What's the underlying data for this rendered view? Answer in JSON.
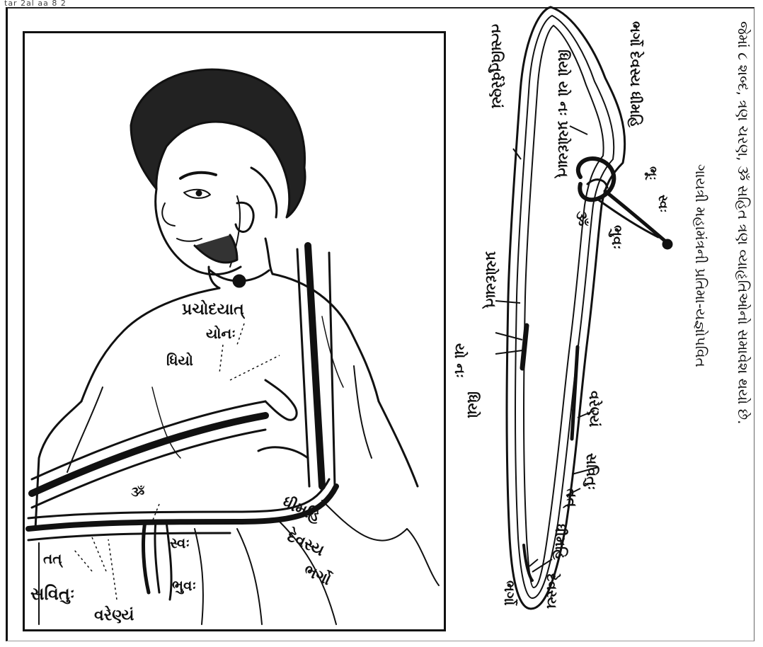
{
  "header_scrap": "tar 2al aa 8 2",
  "figure_labels": {
    "om": "ૐ",
    "tat": "તત્",
    "savituh": "સવિતુઃ",
    "varenyam": "વરેણ્યં",
    "bhuvah": "ભુવઃ",
    "svah": "સ્વઃ",
    "dhimahi": "ધીમહિ",
    "devasya": "દેવસ્ય",
    "bhargo": "ભર્ગો",
    "prachodayat": "પ્રચોદયાત્",
    "yonah": "યોનઃ",
    "dhiyo": "ધિયો"
  },
  "thread_labels": {
    "tatsavitur_varenyam": "તત્સવિતુર્વરેણ્યં",
    "dhiyo_yo_nah_prachodayat": "ધિયો યો નઃ પ્રચોદયાત્",
    "bhargo_devasya_dhimahi": "ભર્ગો દેવસ્ય ધીમહિ",
    "om": "ૐ",
    "bhuh": "ભૂઃ",
    "svah": "સ્વઃ",
    "bhuvah": "ભુવઃ",
    "prachodayat": "પ્રચોદયાત્",
    "yo_nah": "યો નઃ",
    "dhiyo": "ધિયો",
    "varenyam": "વરેણ્યં",
    "savituh": "સવિતુઃ",
    "tat": "તત્",
    "dhimahi": "ધીમહિ",
    "devasya": "દેવસ્ય",
    "bhargo": "ભર્ગો"
  },
  "caption": {
    "line1": "ગાયત્રી મહામંત્રની પ્રતિમા-યજ્ઞોપવિત",
    "line2": "જેમાં ૮ શબ્દ, ત્રણ ચરણ, ૐ સહિત ત્રણ વ્યાહૃતિઓનો સમાવેશ થયો છે."
  }
}
